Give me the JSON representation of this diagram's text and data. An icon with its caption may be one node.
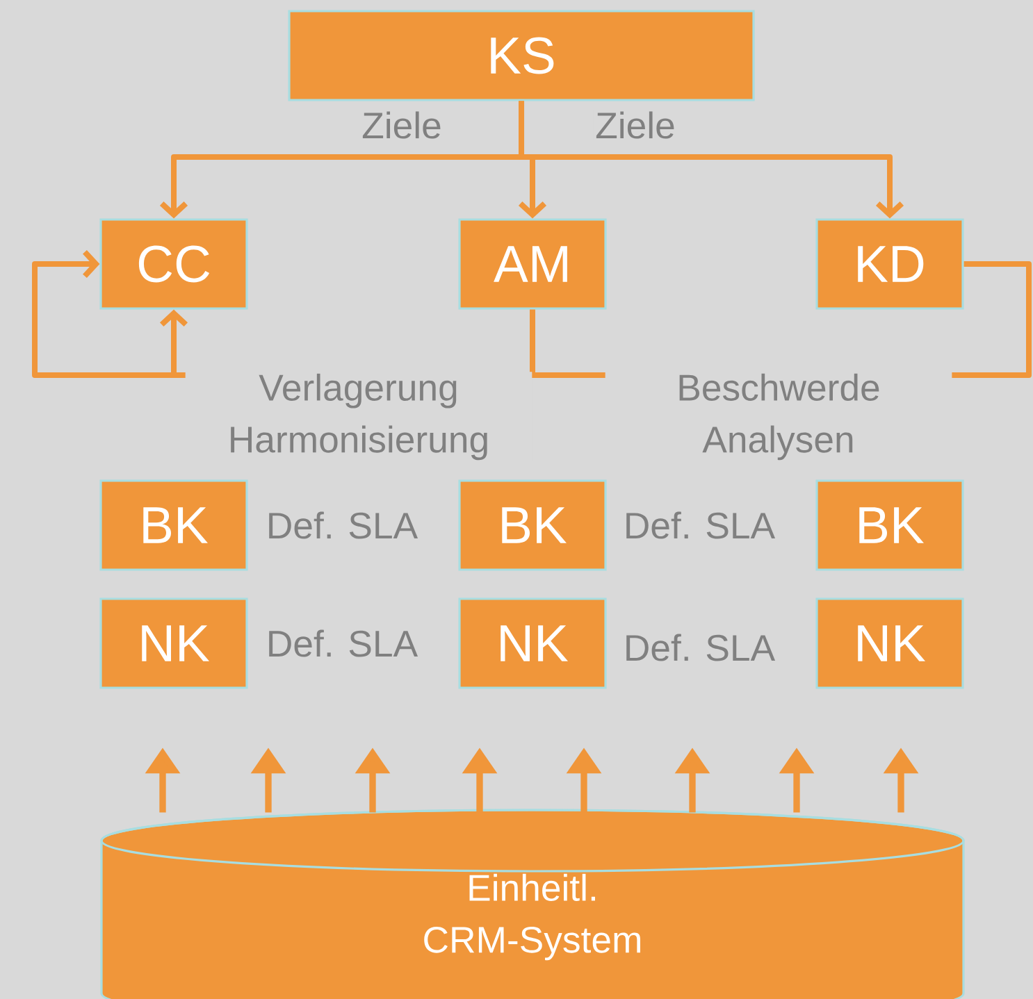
{
  "diagram": {
    "nodes": [
      {
        "text": [
          "KS"
        ]
      },
      {
        "text": [
          "CC"
        ]
      },
      {
        "text": [
          "AM"
        ]
      },
      {
        "text": [
          "KD"
        ]
      },
      {
        "text": [
          "BK"
        ]
      },
      {
        "text": [
          "BK"
        ]
      },
      {
        "text": [
          "BK"
        ]
      },
      {
        "text": [
          "NK"
        ]
      },
      {
        "text": [
          "NK"
        ]
      },
      {
        "text": [
          "NK"
        ]
      },
      {
        "text": [
          "Einheitl. CRM-System"
        ]
      }
    ],
    "edges": [
      {
        "from": 0,
        "to": 1,
        "arrow": "to",
        "label": "Ziele"
      },
      {
        "from": 0,
        "to": 2,
        "arrow": "to"
      },
      {
        "from": 0,
        "to": 3,
        "arrow": "to",
        "label": "Ziele"
      },
      {
        "from": 2,
        "to": 1,
        "arrow": "to",
        "label": "Verlagerung Harmonisierung"
      },
      {
        "from": 3,
        "to": 1,
        "arrow": "to",
        "label": "Beschwerde Analysen"
      },
      {
        "from": 10,
        "to": null,
        "arrow": "to"
      },
      {
        "from": 10,
        "to": null,
        "arrow": "to"
      },
      {
        "from": 10,
        "to": null,
        "arrow": "to"
      },
      {
        "from": 10,
        "to": null,
        "arrow": "to"
      },
      {
        "from": 10,
        "to": null,
        "arrow": "to"
      },
      {
        "from": 10,
        "to": null,
        "arrow": "to"
      },
      {
        "from": 10,
        "to": null,
        "arrow": "to"
      },
      {
        "from": 10,
        "to": null,
        "arrow": "to"
      }
    ],
    "labels": [
      "Def. SLA",
      "Def. SLA",
      "Def. SLA",
      "Def. SLA"
    ]
  }
}
